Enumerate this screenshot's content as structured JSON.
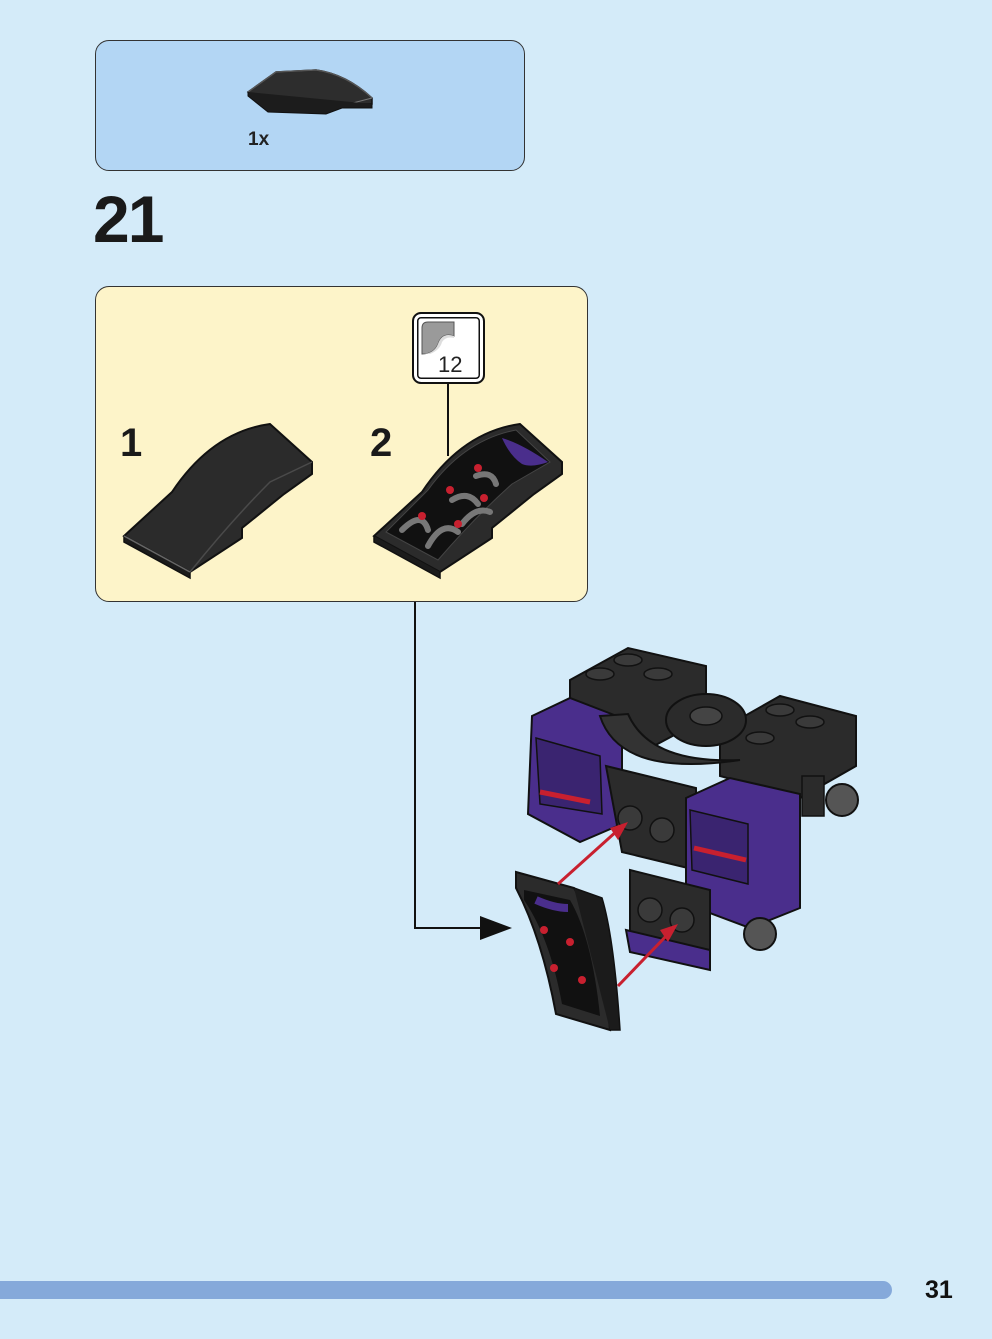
{
  "parts_list": {
    "items": [
      {
        "quantity": "1x",
        "part": "black-curved-slope-icon"
      }
    ]
  },
  "step": {
    "number": "21"
  },
  "sub_assembly": {
    "steps": [
      {
        "label": "1"
      },
      {
        "label": "2"
      }
    ],
    "sticker": {
      "number": "12"
    }
  },
  "colors": {
    "page_background": "#d4ebf9",
    "parts_box": "#b3d6f4",
    "sub_assembly_box": "#fdf4c9",
    "brick_black": "#2b2b2b",
    "brick_purple": "#4a2e8c",
    "arrow_red": "#c8202f"
  },
  "footer": {
    "page_number": "31"
  }
}
